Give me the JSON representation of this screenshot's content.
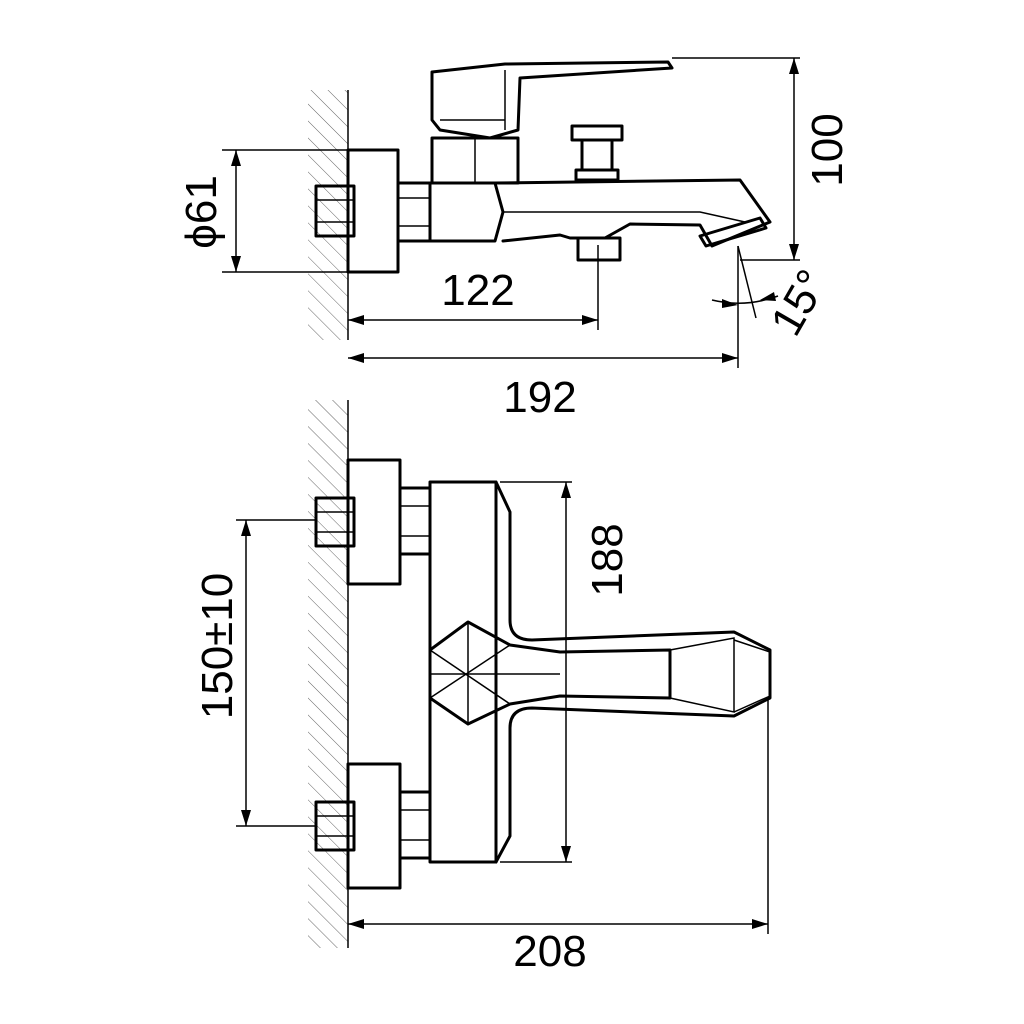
{
  "dimensions": {
    "diameter": "ϕ61",
    "height": "100",
    "spout_offset": "122",
    "total_projection": "192",
    "spout_angle": "15°",
    "body_length": "188",
    "inlet_centres": "150±10",
    "total_depth": "208"
  },
  "colors": {
    "line": "#000000",
    "hatch": "#666666",
    "background": "#ffffff"
  }
}
